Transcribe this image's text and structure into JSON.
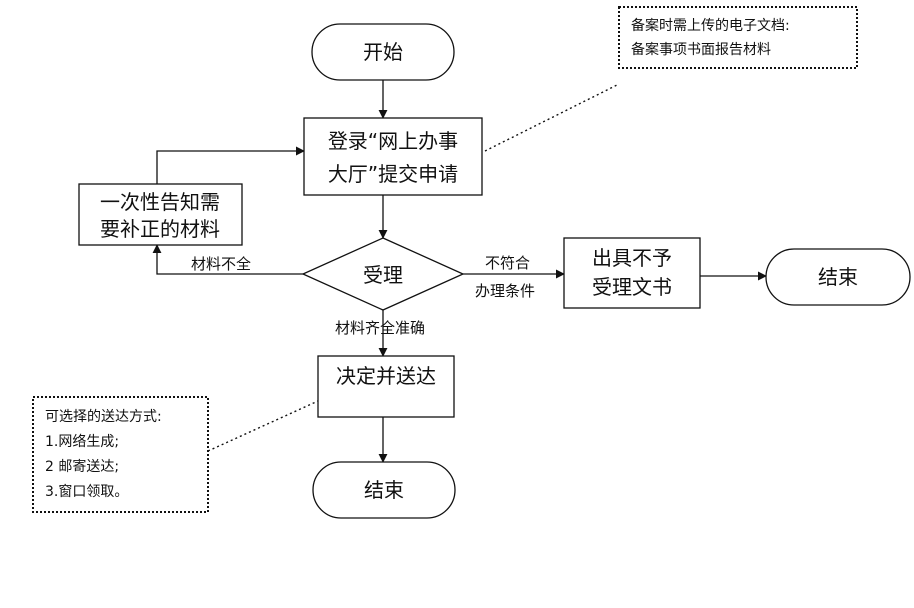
{
  "nodes": {
    "start": {
      "label": "开始"
    },
    "login": {
      "line1": "登录“网上办事",
      "line2": "大厅”提交申请"
    },
    "notify": {
      "line1": "一次性告知需",
      "line2": "要补正的材料"
    },
    "accept": {
      "label": "受理"
    },
    "reject_doc": {
      "line1": "出具不予",
      "line2": "受理文书"
    },
    "end_right": {
      "label": "结束"
    },
    "decide": {
      "label": "决定并送达"
    },
    "end_bottom": {
      "label": "结束"
    }
  },
  "edges": {
    "incomplete": "材料不全",
    "not_meet_1": "不符合",
    "not_meet_2": "办理条件",
    "complete": "材料齐全准确"
  },
  "notes": {
    "upload": {
      "line1": "备案时需上传的电子文档:",
      "line2": "备案事项书面报告材料"
    },
    "delivery": {
      "title": "可选择的送达方式:",
      "items": [
        "1.网络生成;",
        "2 邮寄送达;",
        "3.窗口领取。"
      ]
    }
  }
}
